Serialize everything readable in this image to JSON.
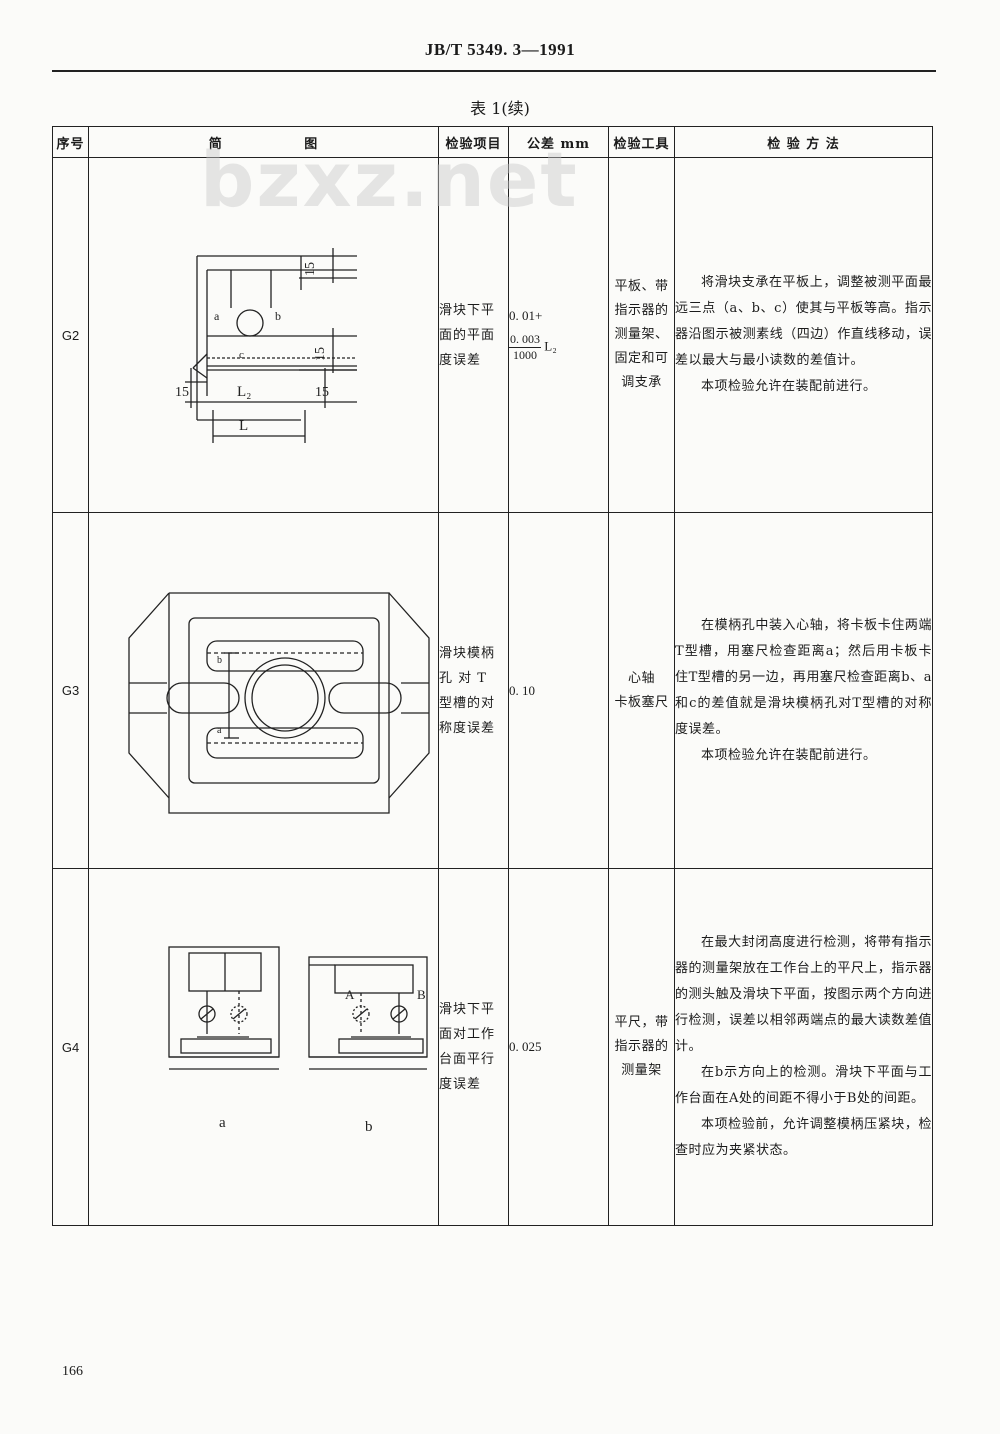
{
  "header": {
    "doc_code": "JB/T 5349. 3—1991"
  },
  "table_title": "表 1(续)",
  "columns": {
    "seq": "序号",
    "fig_a": "简",
    "fig_b": "图",
    "item": "检验项目",
    "tolerance": "公差  mm",
    "tool": "检验工具",
    "method": "检 验 方 法"
  },
  "rows": [
    {
      "seq": "G2",
      "item_lines": [
        "滑块下平",
        "面的平面",
        "度误差"
      ],
      "tolerance_prefix": "0. 01+",
      "tolerance_num": "0. 003",
      "tolerance_den": "1000",
      "tolerance_suffix": "L₂",
      "tool_lines": [
        "平板、带",
        "指示器的",
        "测量架、",
        "固定和可",
        "调支承"
      ],
      "method_paragraphs": [
        "将滑块支承在平板上，调整被测平面最远三点（a、b、c）使其与平板等高。指示器沿图示被测素线（四边）作直线移动，误差以最大与最小读数的差值计。",
        "本项检验允许在装配前进行。"
      ],
      "figure_labels": {
        "a": "a",
        "b": "b",
        "c": "c",
        "dim15": "15",
        "L2": "L₂",
        "L": "L"
      }
    },
    {
      "seq": "G3",
      "item_lines": [
        "滑块模柄",
        "孔 对 T",
        "型槽的对",
        "称度误差"
      ],
      "tolerance": "0. 10",
      "tool_lines": [
        "心轴",
        "卡板塞尺"
      ],
      "method_paragraphs": [
        "在模柄孔中装入心轴，将卡板卡住两端T型槽，用塞尺检查距离a；然后用卡板卡住T型槽的另一边，再用塞尺检查距离b、a和c的差值就是滑块模柄孔对T型槽的对称度误差。",
        "本项检验允许在装配前进行。"
      ],
      "figure_labels": {
        "a": "a",
        "b": "b"
      }
    },
    {
      "seq": "G4",
      "item_lines": [
        "滑块下平",
        "面对工作",
        "台面平行",
        "度误差"
      ],
      "tolerance": "0. 025",
      "tool_lines": [
        "平尺，带",
        "指示器的",
        "测量架"
      ],
      "method_paragraphs": [
        "在最大封闭高度进行检测，将带有指示器的测量架放在工作台上的平尺上，指示器的测头触及滑块下平面，按图示两个方向进行检测，误差以相邻两端点的最大读数差值计。",
        "在b示方向上的检测。滑块下平面与工作台面在A处的间距不得小于B处的间距。",
        "本项检验前，允许调整模柄压紧块，检查时应为夹紧状态。"
      ],
      "figure_labels": {
        "A": "A",
        "B": "B",
        "sub_a": "a",
        "sub_b": "b"
      }
    }
  ],
  "watermark": "bzxz.net",
  "page_number": "166"
}
